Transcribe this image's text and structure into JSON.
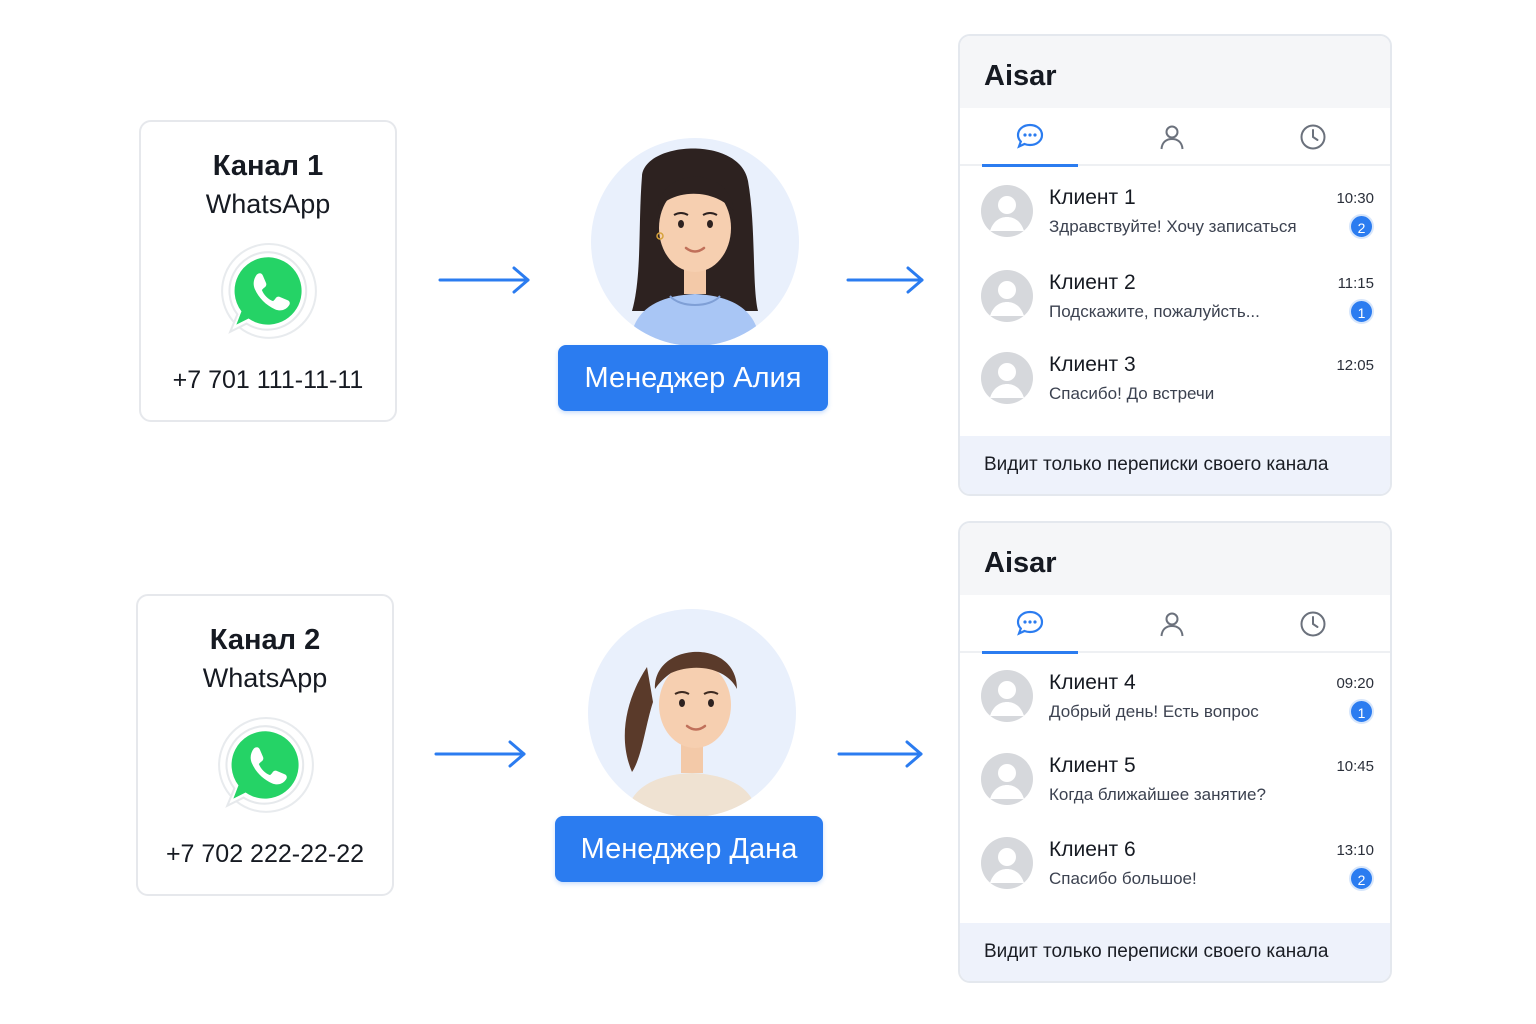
{
  "rows": [
    {
      "channel": {
        "title": "Канал 1",
        "type": "WhatsApp",
        "phone": "+7 701 111-11-11",
        "icon": "whatsapp-icon"
      },
      "manager": {
        "label": "Менеджер Алия",
        "avatar": "woman-long-dark-hair-avatar"
      },
      "app": {
        "title": "Aisar",
        "tabs": [
          {
            "icon": "chat-icon",
            "active": true
          },
          {
            "icon": "user-icon",
            "active": false
          },
          {
            "icon": "clock-icon",
            "active": false
          }
        ],
        "chats": [
          {
            "name": "Клиент 1",
            "preview": "Здравствуйте! Хочу записаться",
            "time": "10:30",
            "unread": "2"
          },
          {
            "name": "Клиент 2",
            "preview": "Подскажите, пожалуйсть...",
            "time": "11:15",
            "unread": "1"
          },
          {
            "name": "Клиент 3",
            "preview": "Спасибо! До встречи",
            "time": "12:05",
            "unread": ""
          }
        ],
        "footer": "Видит только переписки своего канала"
      }
    },
    {
      "channel": {
        "title": "Канал 2",
        "type": "WhatsApp",
        "phone": "+7 702 222-22-22",
        "icon": "whatsapp-icon"
      },
      "manager": {
        "label": "Менеджер Дана",
        "avatar": "woman-ponytail-avatar"
      },
      "app": {
        "title": "Aisar",
        "tabs": [
          {
            "icon": "chat-icon",
            "active": true
          },
          {
            "icon": "user-icon",
            "active": false
          },
          {
            "icon": "clock-icon",
            "active": false
          }
        ],
        "chats": [
          {
            "name": "Клиент 4",
            "preview": "Добрый день! Есть вопрос",
            "time": "09:20",
            "unread": "1"
          },
          {
            "name": "Клиент 5",
            "preview": "Когда ближайшее занятие?",
            "time": "10:45",
            "unread": ""
          },
          {
            "name": "Клиент 6",
            "preview": "Спасибо большое!",
            "time": "13:10",
            "unread": "2"
          }
        ],
        "footer": "Видит только переписки своего канала"
      }
    }
  ],
  "colors": {
    "accent": "#2b7cf0",
    "whatsapp_green": "#25d366",
    "panel_header": "#f5f6f8",
    "footer_bg": "#eef2fb"
  }
}
